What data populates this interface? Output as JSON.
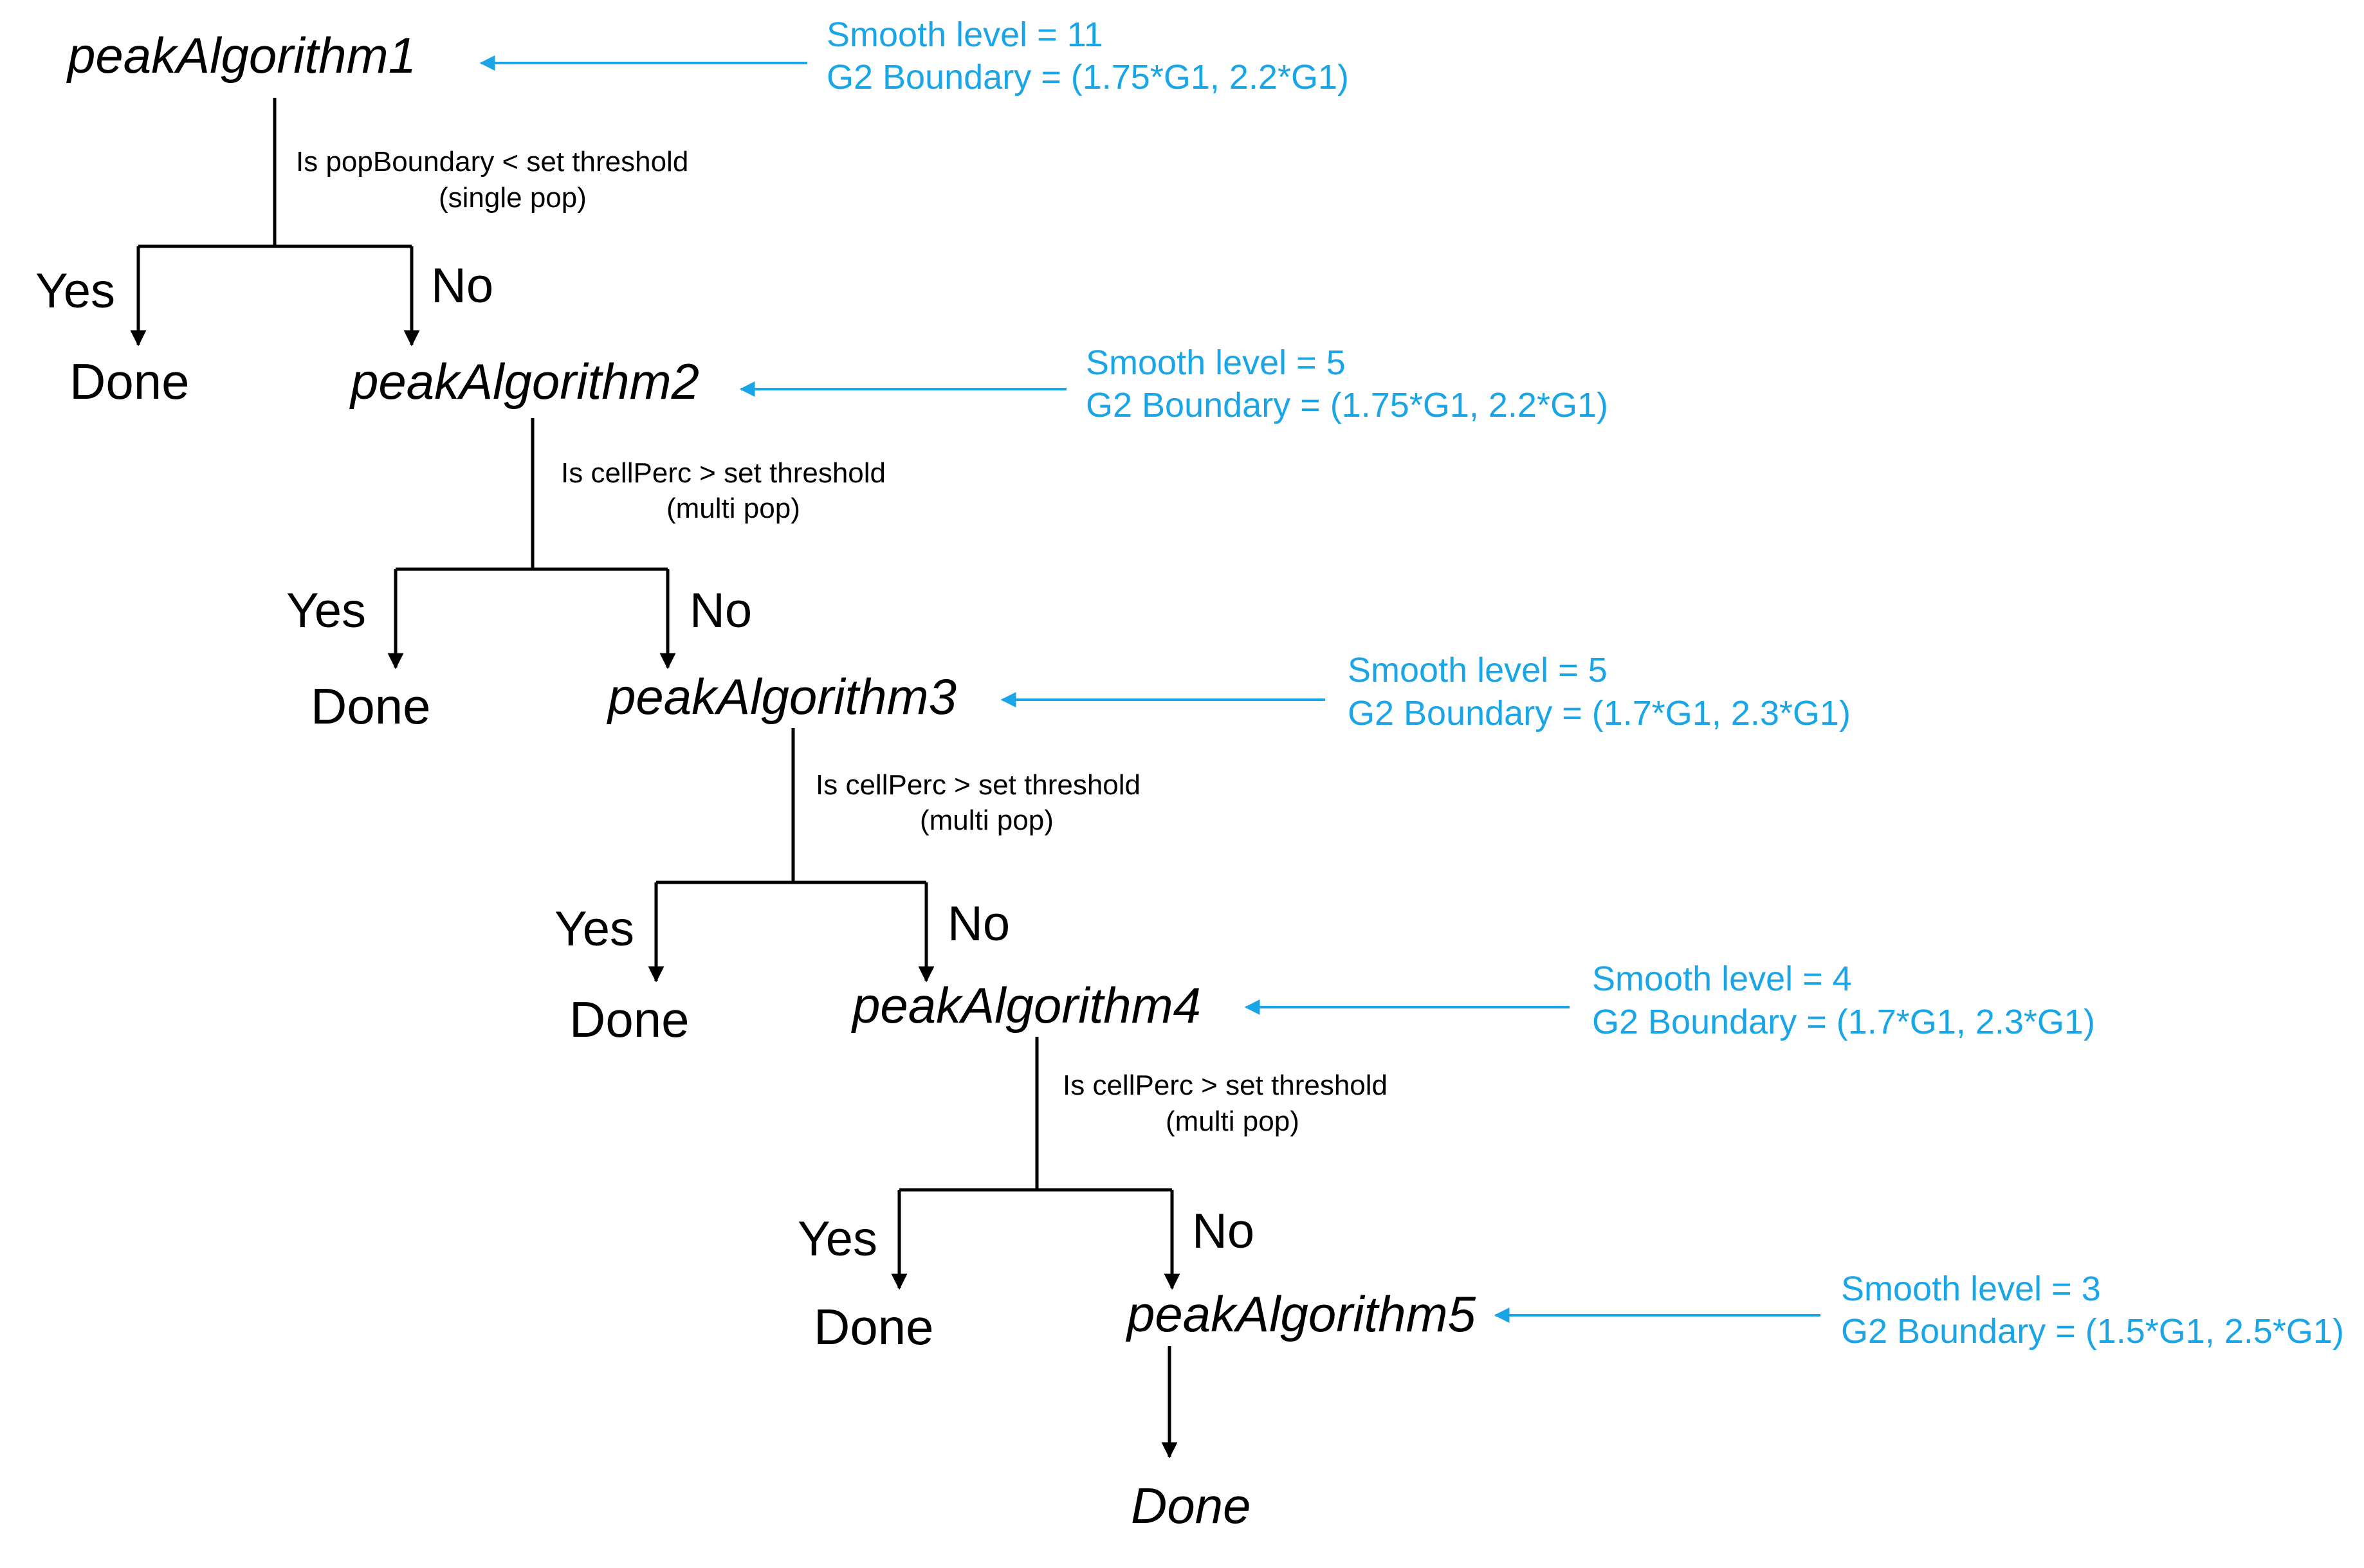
{
  "colors": {
    "annotation": "#1aa5e6",
    "line": "#000000"
  },
  "levels": [
    {
      "algorithm": "peakAlgorithm1",
      "condition": [
        "Is popBoundary < set threshold",
        "(single pop)"
      ],
      "yes": "Yes",
      "no": "No",
      "yes_result": "Done",
      "params": [
        "Smooth level = 11",
        "G2 Boundary = (1.75*G1, 2.2*G1)"
      ]
    },
    {
      "algorithm": "peakAlgorithm2",
      "condition": [
        "Is cellPerc  > set threshold",
        "(multi pop)"
      ],
      "yes": "Yes",
      "no": "No",
      "yes_result": "Done",
      "params": [
        "Smooth level = 5",
        "G2 Boundary = (1.75*G1, 2.2*G1)"
      ]
    },
    {
      "algorithm": "peakAlgorithm3",
      "condition": [
        "Is cellPerc > set threshold",
        "(multi pop)"
      ],
      "yes": "Yes",
      "no": "No",
      "yes_result": "Done",
      "params": [
        "Smooth level = 5",
        "G2 Boundary = (1.7*G1, 2.3*G1)"
      ]
    },
    {
      "algorithm": "peakAlgorithm4",
      "condition": [
        "Is cellPerc > set threshold",
        "(multi pop)"
      ],
      "yes": "Yes",
      "no": "No",
      "yes_result": "Done",
      "params": [
        "Smooth level = 4",
        "G2 Boundary = (1.7*G1, 2.3*G1)"
      ]
    },
    {
      "algorithm": "peakAlgorithm5",
      "params": [
        "Smooth level = 3",
        "G2 Boundary = (1.5*G1, 2.5*G1)"
      ]
    }
  ],
  "final_result": "Done"
}
